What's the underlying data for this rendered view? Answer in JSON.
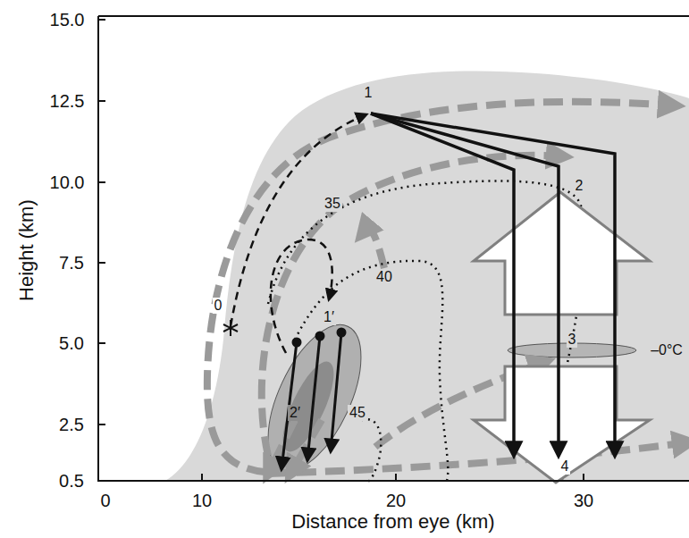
{
  "diagram": {
    "labels": [
      "15.0",
      "12.5",
      "10.0",
      "7.5",
      "5.0",
      "2.5",
      "0.5",
      "Height (km)",
      "0",
      "10",
      "20",
      "30",
      "Distance from eye (km)",
      "0",
      "1",
      "2",
      "1′",
      "2′",
      "3",
      "4",
      "35",
      "40",
      "45",
      "–0°C"
    ]
  }
}
